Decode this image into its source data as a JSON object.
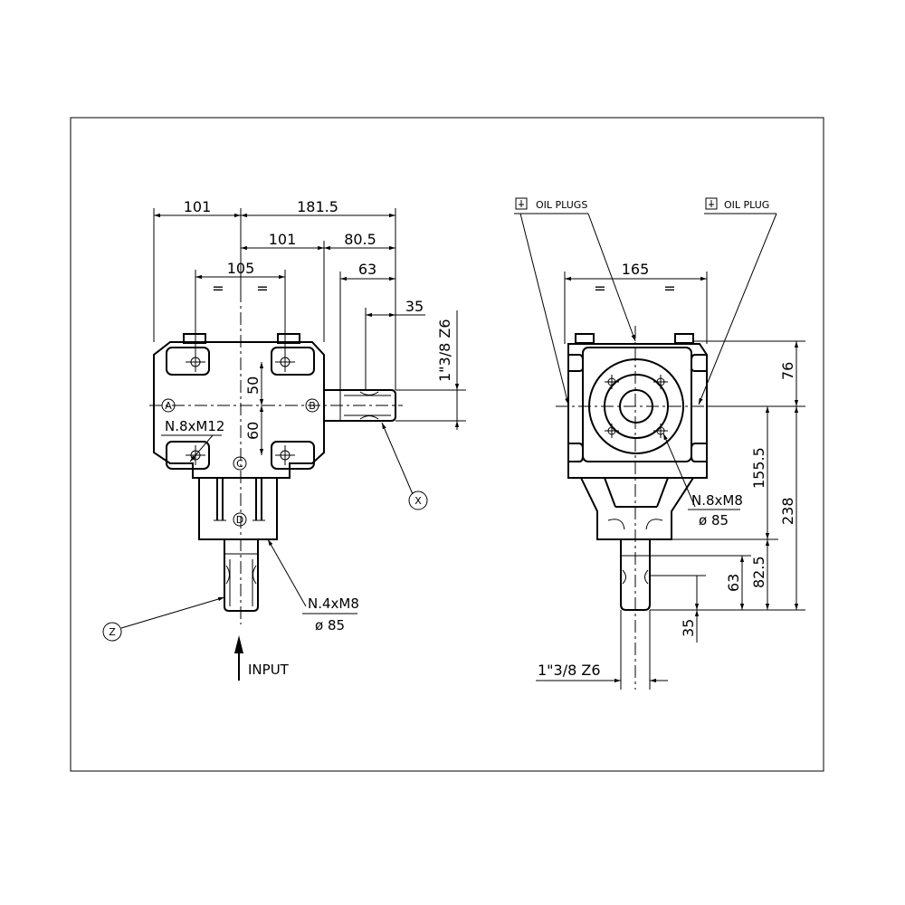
{
  "left_view": {
    "dims": {
      "d101_a": "101",
      "d181_5": "181.5",
      "d101_b": "101",
      "d80_5": "80.5",
      "d105": "105",
      "d63": "63",
      "d35": "35",
      "d50": "50",
      "d60": "60",
      "shaft_spec": "1\"3/8 Z6"
    },
    "markers": {
      "a": "A",
      "b": "B",
      "c": "C",
      "d": "D",
      "x": "X",
      "z": "Z"
    },
    "equal_marks": [
      "=",
      "="
    ],
    "notes": {
      "bolts": "N.8xM12",
      "flange_bolts": "N.4xM8",
      "flange_diameter": "ø 85",
      "input": "INPUT"
    }
  },
  "right_view": {
    "oil_plugs_label": "OIL PLUGS",
    "oil_plug_label": "OIL PLUG",
    "dims": {
      "d165": "165",
      "d76": "76",
      "d155_5": "155.5",
      "d238": "238",
      "d82_5": "82.5",
      "d63": "63",
      "d35": "35",
      "shaft_spec": "1\"3/8 Z6"
    },
    "equal_marks": [
      "=",
      "="
    ],
    "notes": {
      "bolts": "N.8xM8",
      "diameter": "ø 85"
    }
  }
}
